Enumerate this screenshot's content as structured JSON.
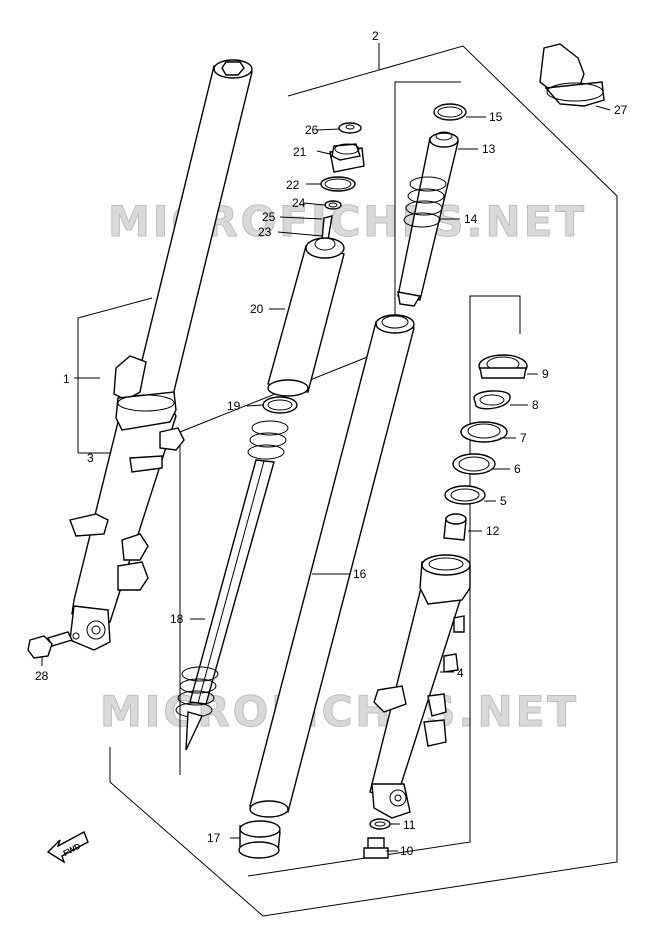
{
  "watermark": "MICROFICHES.NET",
  "direction_label": "FWD",
  "callouts": [
    {
      "id": "1",
      "text": "1"
    },
    {
      "id": "2",
      "text": "2"
    },
    {
      "id": "3",
      "text": "3"
    },
    {
      "id": "4",
      "text": "4"
    },
    {
      "id": "5",
      "text": "5"
    },
    {
      "id": "6",
      "text": "6"
    },
    {
      "id": "7",
      "text": "7"
    },
    {
      "id": "8",
      "text": "8"
    },
    {
      "id": "9",
      "text": "9"
    },
    {
      "id": "10",
      "text": "10"
    },
    {
      "id": "11",
      "text": "11"
    },
    {
      "id": "12",
      "text": "12"
    },
    {
      "id": "13",
      "text": "13"
    },
    {
      "id": "14",
      "text": "14"
    },
    {
      "id": "15",
      "text": "15"
    },
    {
      "id": "16",
      "text": "16"
    },
    {
      "id": "17",
      "text": "17"
    },
    {
      "id": "18",
      "text": "18"
    },
    {
      "id": "19",
      "text": "19"
    },
    {
      "id": "20",
      "text": "20"
    },
    {
      "id": "21",
      "text": "21"
    },
    {
      "id": "22",
      "text": "22"
    },
    {
      "id": "23",
      "text": "23"
    },
    {
      "id": "24",
      "text": "24"
    },
    {
      "id": "25",
      "text": "25"
    },
    {
      "id": "26",
      "text": "26"
    },
    {
      "id": "27",
      "text": "27"
    },
    {
      "id": "28",
      "text": "28"
    }
  ]
}
